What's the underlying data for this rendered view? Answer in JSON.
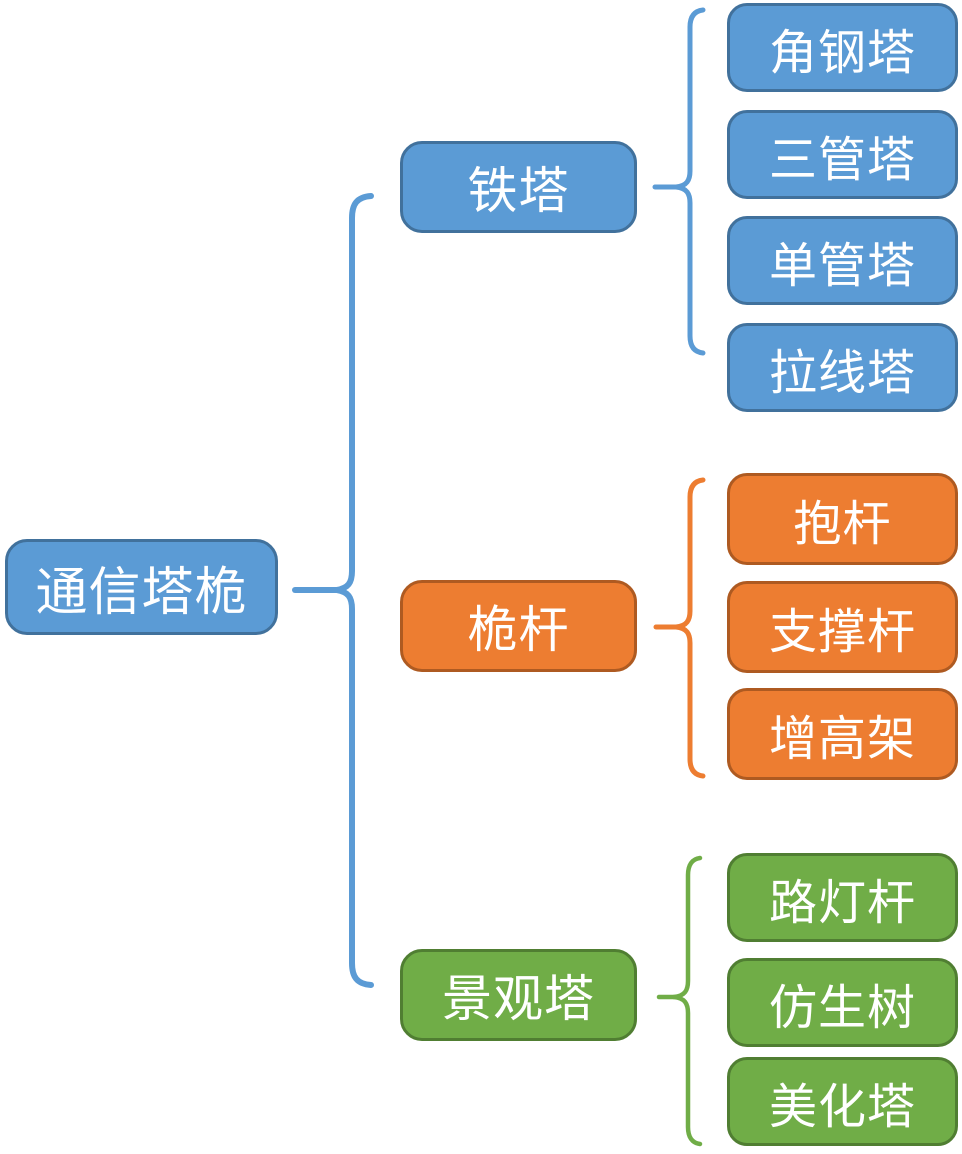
{
  "diagram": {
    "root": {
      "label": "通信塔桅"
    },
    "branches": [
      {
        "label": "铁塔",
        "color_key": "blue",
        "children": [
          "角钢塔",
          "三管塔",
          "单管塔",
          "拉线塔"
        ]
      },
      {
        "label": "桅杆",
        "color_key": "orange",
        "children": [
          "抱杆",
          "支撑杆",
          "增高架"
        ]
      },
      {
        "label": "景观塔",
        "color_key": "green",
        "children": [
          "路灯杆",
          "仿生树",
          "美化塔"
        ]
      }
    ],
    "colors": {
      "blue_fill": "#5B9BD5",
      "blue_border": "#41719C",
      "orange_fill": "#ED7D31",
      "orange_border": "#AE5A21",
      "green_fill": "#70AD47",
      "green_border": "#507E32",
      "text": "#FFFFFF",
      "background": "#FFFFFF"
    }
  }
}
